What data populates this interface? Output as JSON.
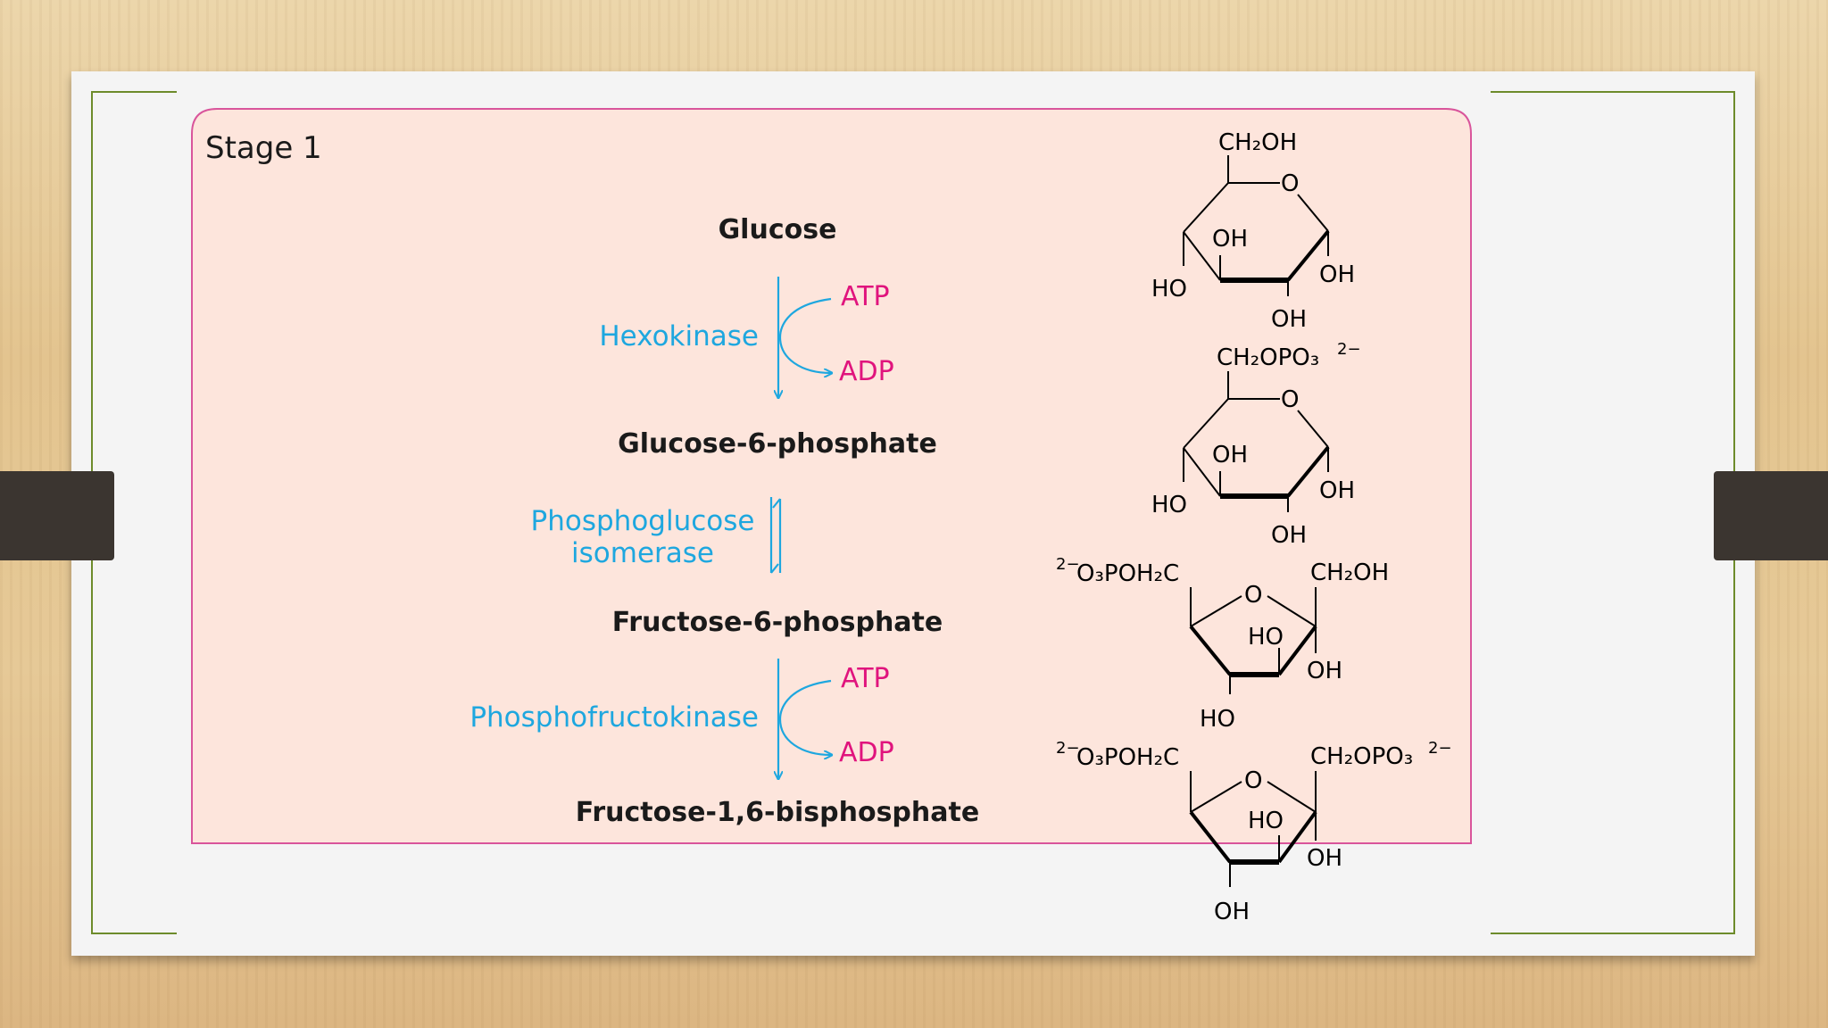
{
  "stage_label": "Stage 1",
  "colors": {
    "panel_background": "#fde5dc",
    "panel_border": "#d9559b",
    "enzyme_text": "#1ea7df",
    "cofactor_text": "#e0147d",
    "metabolite_text": "#1a1a1a",
    "arrow": "#1ea7df",
    "frame_border": "#6d8b2b"
  },
  "steps": [
    {
      "metabolite": "Glucose"
    },
    {
      "enzyme": "Hexokinase",
      "cofactor_in": "ATP",
      "cofactor_out": "ADP"
    },
    {
      "metabolite": "Glucose-6-phosphate"
    },
    {
      "enzyme_line1": "Phosphoglucose",
      "enzyme_line2": "isomerase",
      "reversible": true
    },
    {
      "metabolite": "Fructose-6-phosphate"
    },
    {
      "enzyme": "Phosphofructokinase",
      "cofactor_in": "ATP",
      "cofactor_out": "ADP"
    },
    {
      "metabolite": "Fructose-1,6-bisphosphate"
    }
  ],
  "structures": {
    "glucose": {
      "top": "CH₂OH",
      "ring_o": "O",
      "oh_inner": "OH",
      "ho_left": "HO",
      "oh_right": "OH",
      "oh_bottom": "OH"
    },
    "glucose_6_phosphate": {
      "top_main": "CH₂OPO₃",
      "top_sup": "2−",
      "ring_o": "O",
      "oh_inner": "OH",
      "ho_left": "HO",
      "oh_right": "OH",
      "oh_bottom": "OH"
    },
    "fructose_6_phosphate": {
      "left_sup": "2−",
      "left_main": "O₃POH₂C",
      "ring_o": "O",
      "right_top": "CH₂OH",
      "ho_inner": "HO",
      "oh_right": "OH",
      "ho_bottom": "HO"
    },
    "fructose_1_6_bisphosphate": {
      "left_sup": "2−",
      "left_main": "O₃POH₂C",
      "ring_o": "O",
      "right_main": "CH₂OPO₃",
      "right_sup": "2−",
      "ho_inner": "HO",
      "oh_right": "OH",
      "oh_bottom": "OH"
    }
  }
}
